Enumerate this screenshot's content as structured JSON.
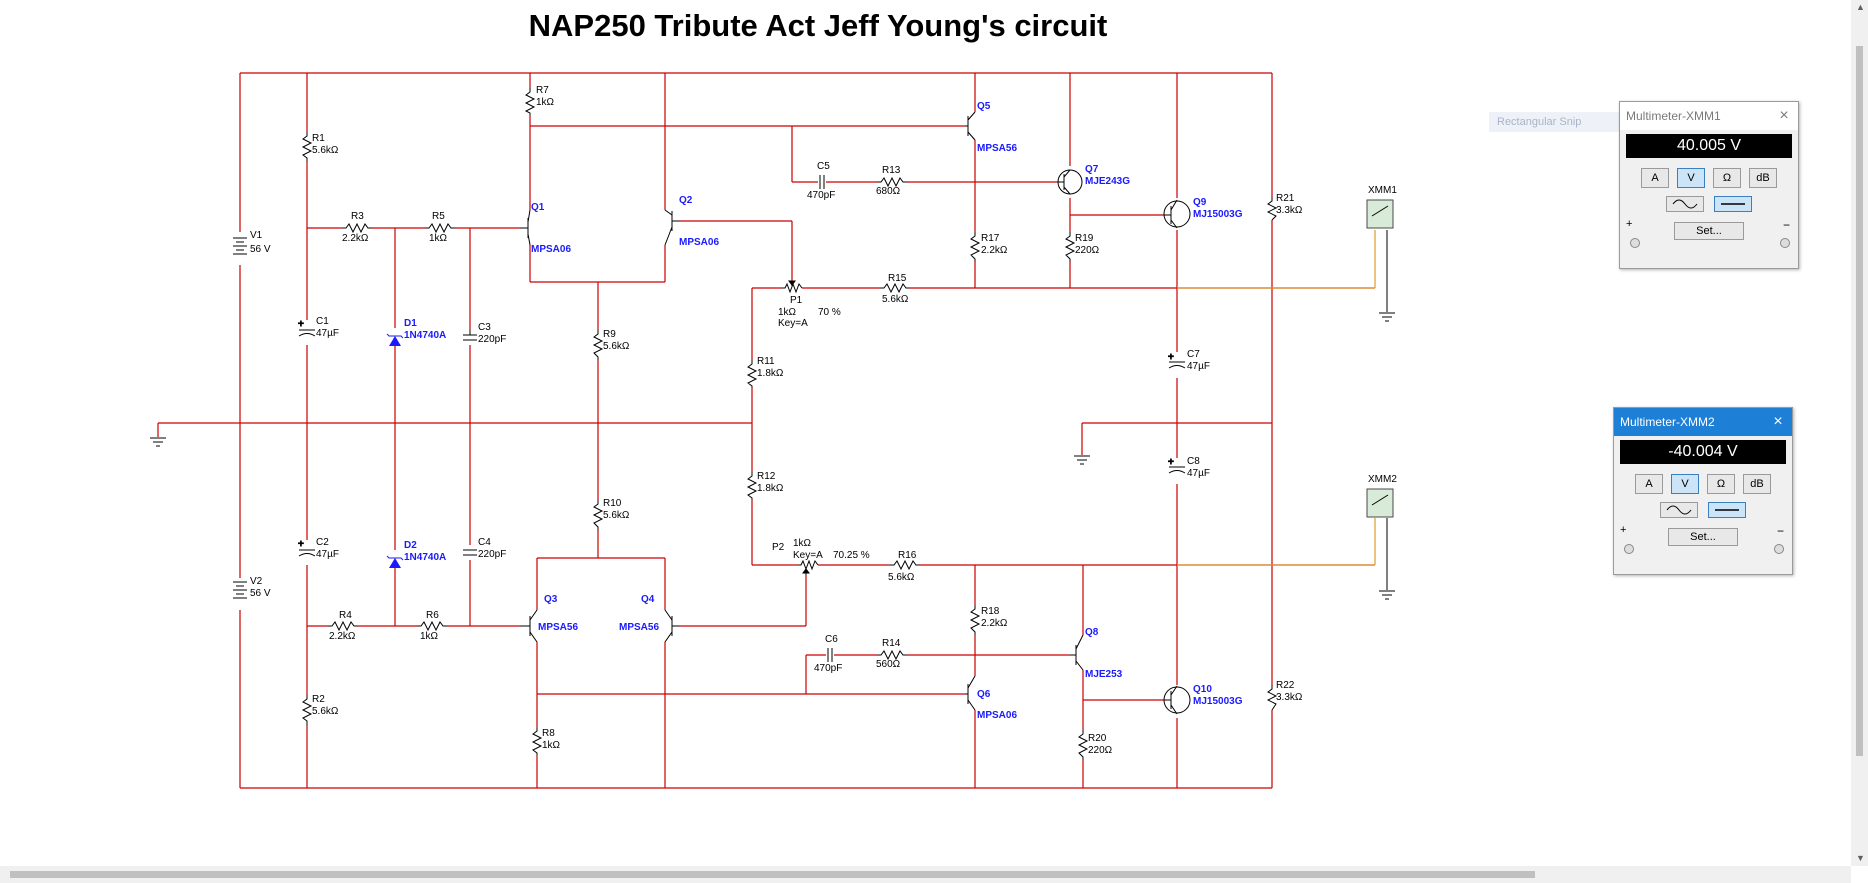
{
  "title": "NAP250 Tribute Act Jeff Young's circuit",
  "ghost_label": "Rectangular Snip",
  "components": {
    "V1": [
      "V1",
      "56 V"
    ],
    "V2": [
      "V2",
      "56 V"
    ],
    "R1": [
      "R1",
      "5.6kΩ"
    ],
    "R2": [
      "R2",
      "5.6kΩ"
    ],
    "R3": [
      "R3",
      "2.2kΩ"
    ],
    "R4": [
      "R4",
      "2.2kΩ"
    ],
    "R5": [
      "R5",
      "1kΩ"
    ],
    "R6": [
      "R6",
      "1kΩ"
    ],
    "R7": [
      "R7",
      "1kΩ"
    ],
    "R8": [
      "R8",
      "1kΩ"
    ],
    "R9": [
      "R9",
      "5.6kΩ"
    ],
    "R10": [
      "R10",
      "5.6kΩ"
    ],
    "R11": [
      "R11",
      "1.8kΩ"
    ],
    "R12": [
      "R12",
      "1.8kΩ"
    ],
    "R13": [
      "R13",
      "680Ω"
    ],
    "R14": [
      "R14",
      "560Ω"
    ],
    "R15": [
      "R15",
      "5.6kΩ"
    ],
    "R16": [
      "R16",
      "5.6kΩ"
    ],
    "R17": [
      "R17",
      "2.2kΩ"
    ],
    "R18": [
      "R18",
      "2.2kΩ"
    ],
    "R19": [
      "R19",
      "220Ω"
    ],
    "R20": [
      "R20",
      "220Ω"
    ],
    "R21": [
      "R21",
      "3.3kΩ"
    ],
    "R22": [
      "R22",
      "3.3kΩ"
    ],
    "C1": [
      "C1",
      "47µF"
    ],
    "C2": [
      "C2",
      "47µF"
    ],
    "C3": [
      "C3",
      "220pF"
    ],
    "C4": [
      "C4",
      "220pF"
    ],
    "C5": [
      "C5",
      "470pF"
    ],
    "C6": [
      "C6",
      "470pF"
    ],
    "C7": [
      "C7",
      "47µF"
    ],
    "C8": [
      "C8",
      "47µF"
    ],
    "D1": [
      "D1",
      "1N4740A"
    ],
    "D2": [
      "D2",
      "1N4740A"
    ],
    "Q1": [
      "Q1",
      "MPSA06"
    ],
    "Q2": [
      "Q2",
      "MPSA06"
    ],
    "Q3": [
      "Q3",
      "MPSA56"
    ],
    "Q4": [
      "Q4",
      "MPSA56"
    ],
    "Q5": [
      "Q5",
      "MPSA56"
    ],
    "Q6": [
      "Q6",
      "MPSA06"
    ],
    "Q7": [
      "Q7",
      "MJE243G"
    ],
    "Q8": [
      "Q8",
      "MJE253"
    ],
    "Q9": [
      "Q9",
      "MJ15003G"
    ],
    "Q10": [
      "Q10",
      "MJ15003G"
    ],
    "P1": [
      "P1",
      "1kΩ",
      "Key=A",
      "70 %"
    ],
    "P2": [
      "P2",
      "1kΩ",
      "Key=A",
      "70.25 %"
    ],
    "XMM1": [
      "XMM1"
    ],
    "XMM2": [
      "XMM2"
    ]
  },
  "multimeters": [
    {
      "title": "Multimeter-XMM1",
      "reading": "40.005 V",
      "buttons": [
        "A",
        "V",
        "Ω",
        "dB"
      ],
      "selected": "V",
      "set_label": "Set...",
      "plus": "+",
      "minus": "−"
    },
    {
      "title": "Multimeter-XMM2",
      "reading": "-40.004 V",
      "buttons": [
        "A",
        "V",
        "Ω",
        "dB"
      ],
      "selected": "V",
      "set_label": "Set...",
      "plus": "+",
      "minus": "−"
    }
  ],
  "colors": {
    "wire": "#cc0000",
    "probe_wire": "#e09a30",
    "active_title": "#1e7fd6",
    "part_label": "#1a1aff"
  }
}
